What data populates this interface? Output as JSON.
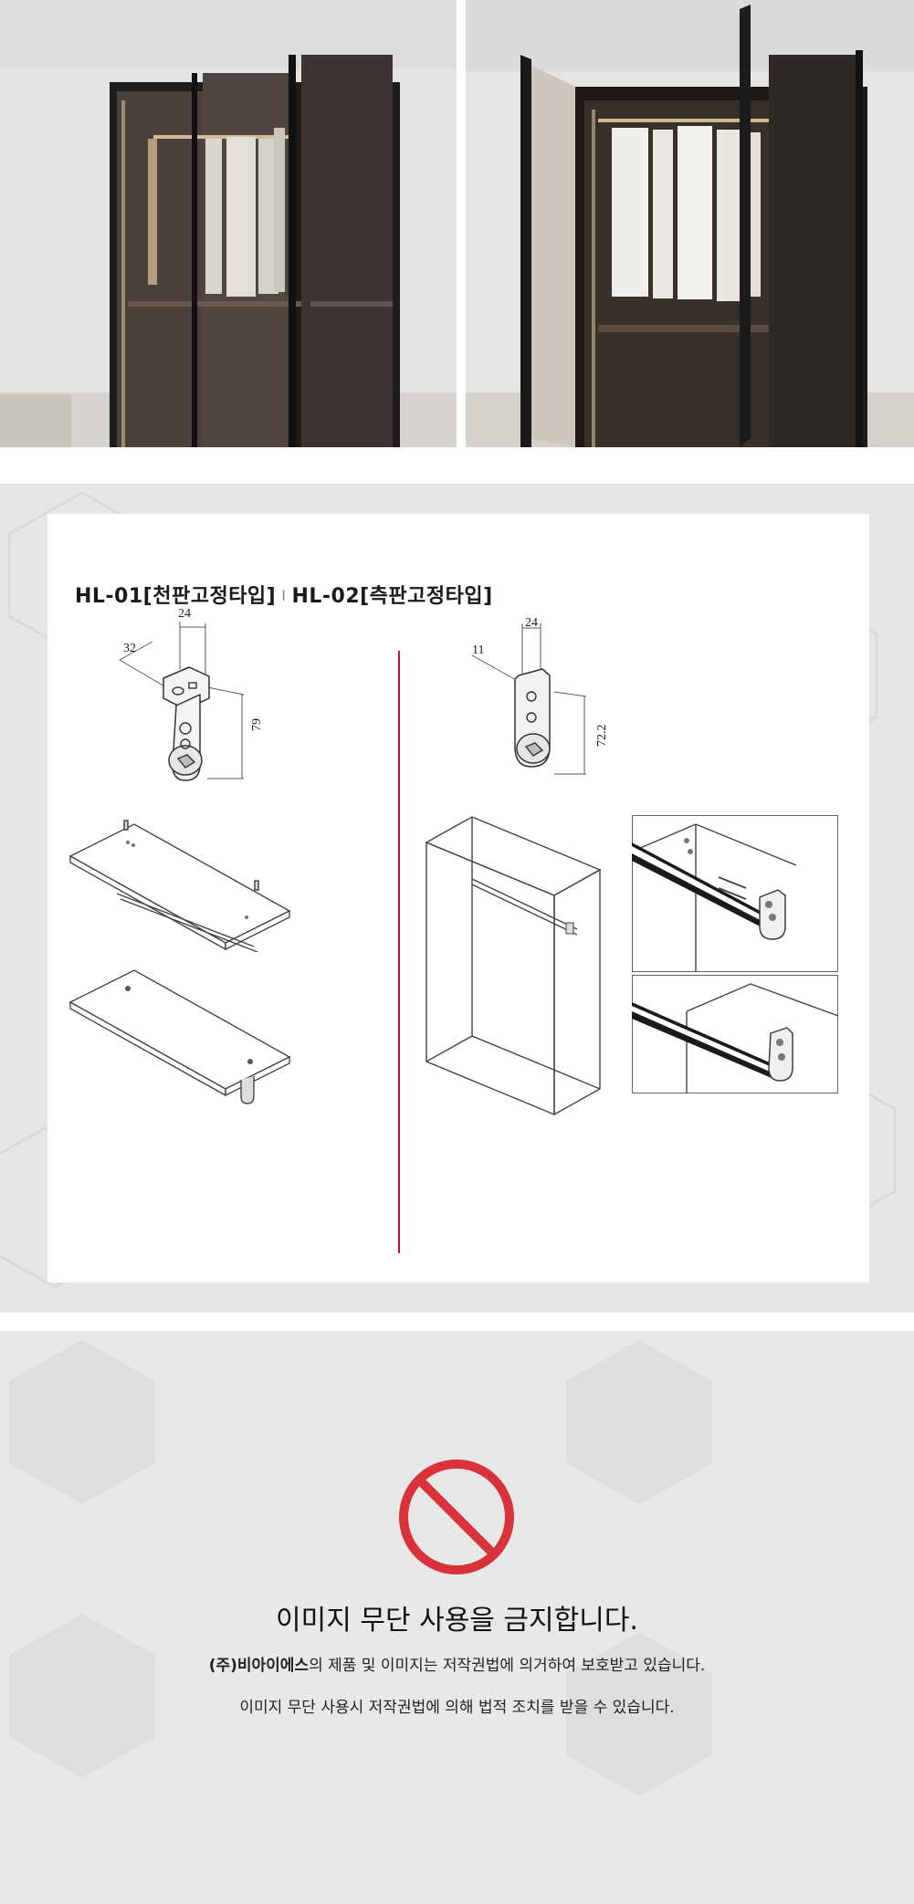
{
  "spec": {
    "title_left": "HL-01[천판고정타입]",
    "title_separator": "I",
    "title_right": "HL-02[측판고정타입]",
    "hl01_dims": {
      "width": "24",
      "depth": "32",
      "height": "79"
    },
    "hl02_dims": {
      "width": "24",
      "depth": "11",
      "height": "72.2"
    }
  },
  "copyright": {
    "heading": "이미지 무단 사용을 금지합니다.",
    "company": "(주)비아이에스",
    "line1_rest": "의 제품 및 이미지는 저작권법에 의거하여 보호받고 있습니다.",
    "line2": "이미지 무단 사용시 저작권법에 의해 법적 조치를 받을 수 있습니다."
  },
  "colors": {
    "divider": "#c8102e",
    "prohibition": "#d9323a",
    "section_bg": "#e6e6e6"
  }
}
